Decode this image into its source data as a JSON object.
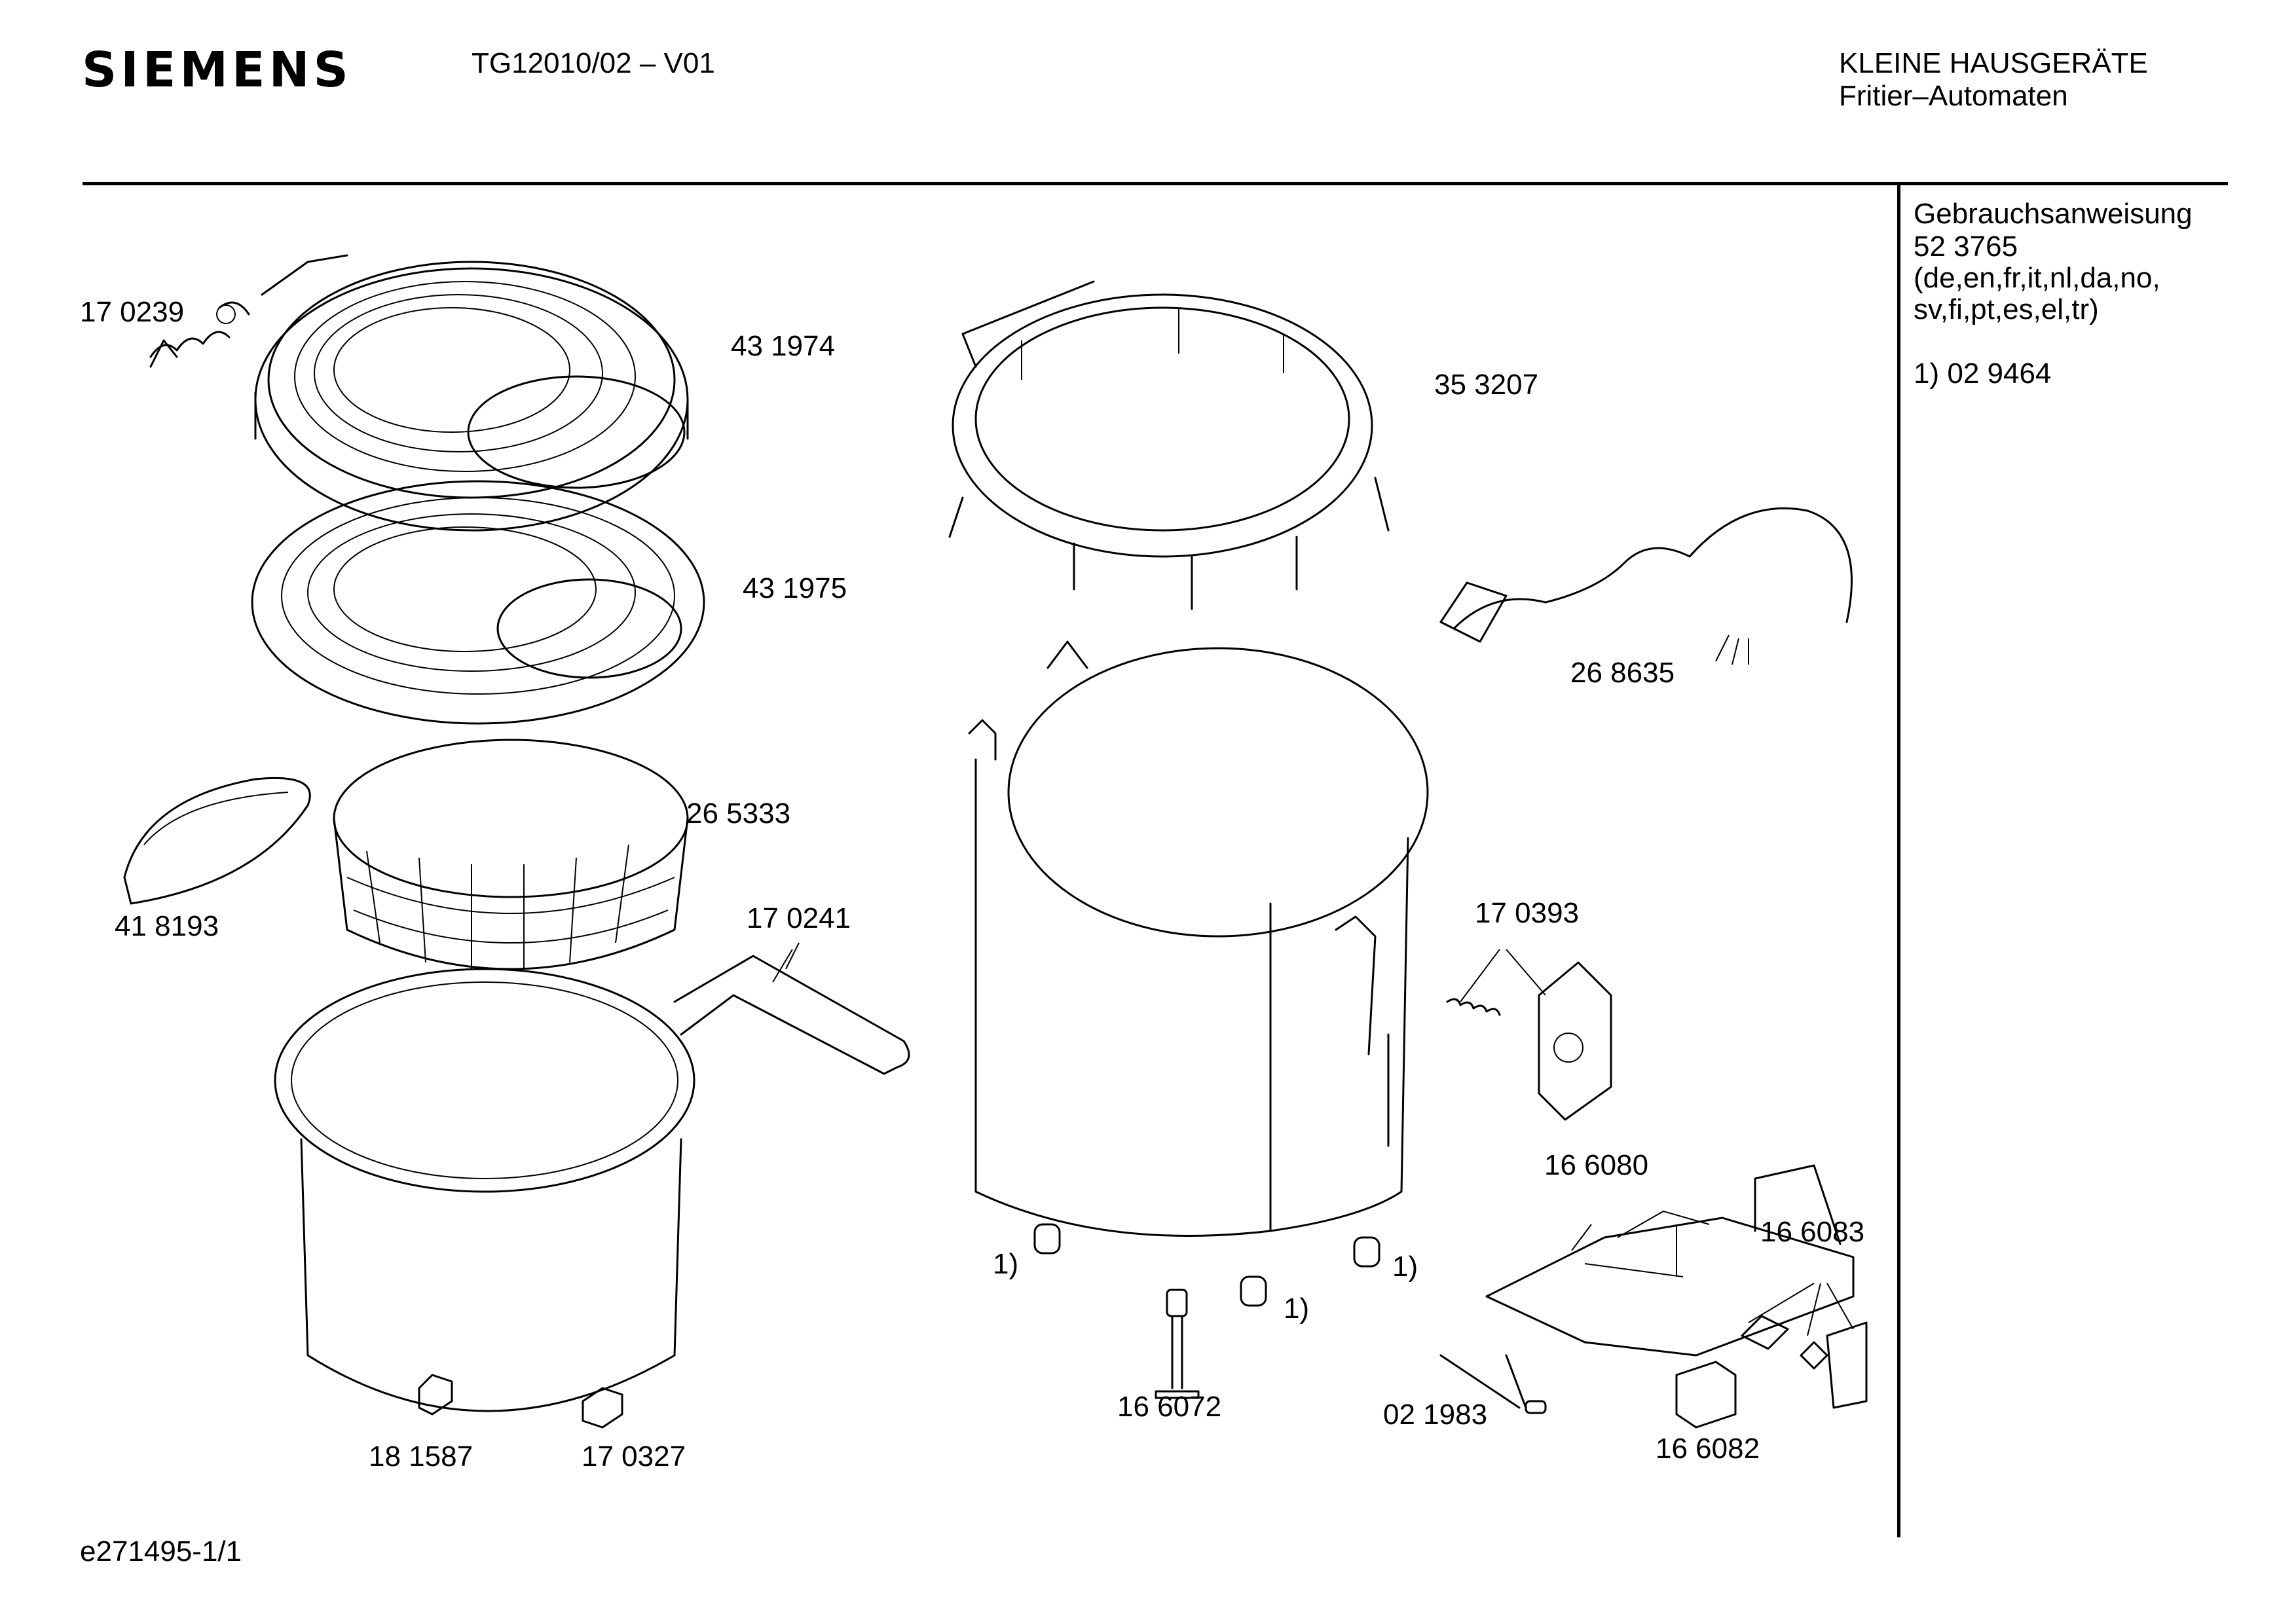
{
  "header": {
    "brand": "SIEMENS",
    "model": "TG12010/02 – V01",
    "category_line1": "KLEINE HAUSGERÄTE",
    "category_line2": "Fritier–Automaten"
  },
  "sidebar": {
    "manual_title": "Gebrauchsanweisung",
    "manual_number": "52 3765",
    "manual_languages_line1": "(de,en,fr,it,nl,da,no,",
    "manual_languages_line2": "sv,fi,pt,es,el,tr)",
    "footnote": "1)  02 9464"
  },
  "parts": [
    {
      "id": "p170239",
      "label": "17 0239"
    },
    {
      "id": "p431974",
      "label": "43 1974"
    },
    {
      "id": "p353207",
      "label": "35 3207"
    },
    {
      "id": "p431975",
      "label": "43 1975"
    },
    {
      "id": "p268635",
      "label": "26 8635"
    },
    {
      "id": "p265333",
      "label": "26 5333"
    },
    {
      "id": "p418193",
      "label": "41 8193"
    },
    {
      "id": "p170241",
      "label": "17 0241"
    },
    {
      "id": "p170393",
      "label": "17 0393"
    },
    {
      "id": "p166080",
      "label": "16 6080"
    },
    {
      "id": "p166083",
      "label": "16 6083"
    },
    {
      "id": "p166072",
      "label": "16 6072"
    },
    {
      "id": "p021983",
      "label": "02 1983"
    },
    {
      "id": "p166082",
      "label": "16 6082"
    },
    {
      "id": "p181587",
      "label": "18 1587"
    },
    {
      "id": "p170327",
      "label": "17 0327"
    }
  ],
  "footnote_marks": [
    "1)",
    "1)",
    "1)"
  ],
  "footer": {
    "drawing_id": "e271495-1/1"
  }
}
